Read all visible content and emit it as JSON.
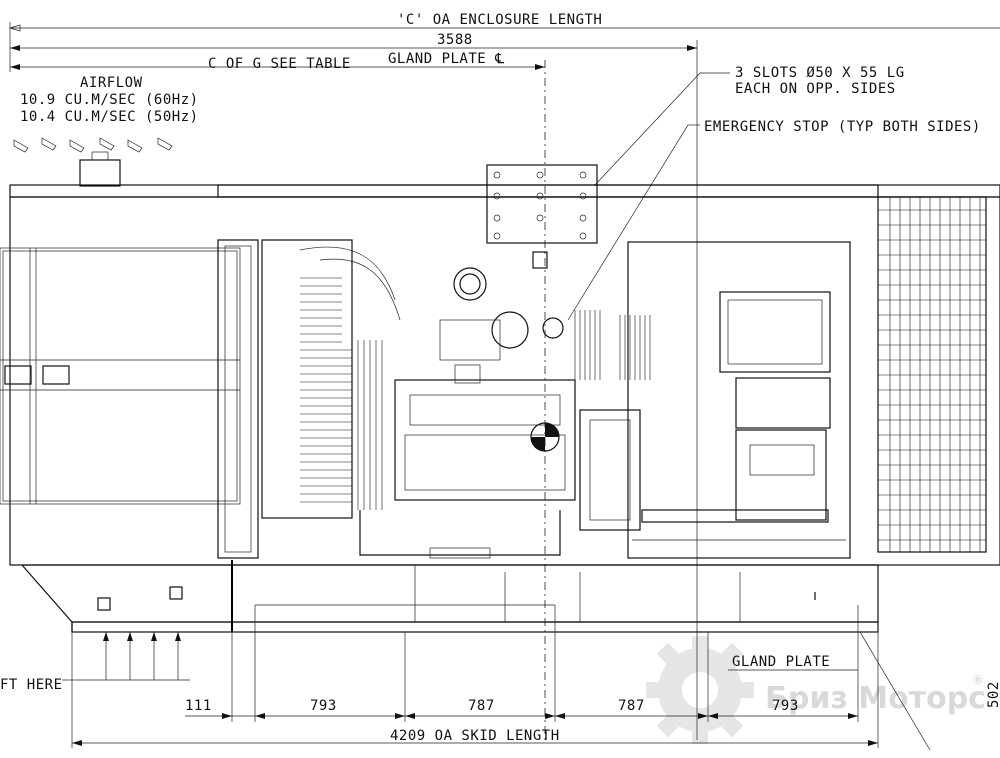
{
  "labels": {
    "enclosure_length": "'C' OA ENCLOSURE LENGTH",
    "dim_3588": "3588",
    "gland_plate_cl": "GLAND PLATE ℄",
    "c_of_g": "C OF G SEE TABLE",
    "airflow_title": "AIRFLOW",
    "airflow_60": "10.9 CU.M/SEC (60Hz)",
    "airflow_50": "10.4 CU.M/SEC (50Hz)",
    "slots_line1": "3 SLOTS Ø50 X 55 LG",
    "slots_line2": "EACH ON OPP. SIDES",
    "emergency_stop": "EMERGENCY STOP (TYP BOTH SIDES)",
    "lift_here": "FT HERE",
    "gland_plate": "GLAND PLATE",
    "dim_111": "111",
    "dim_793a": "793",
    "dim_787a": "787",
    "dim_787b": "787",
    "dim_793b": "793",
    "skid_length": "4209 OA SKID LENGTH",
    "edge_value": "502"
  },
  "watermark": {
    "text": "Бриз Моторс",
    "symbol": "®",
    "color": "#d9d9d9"
  }
}
